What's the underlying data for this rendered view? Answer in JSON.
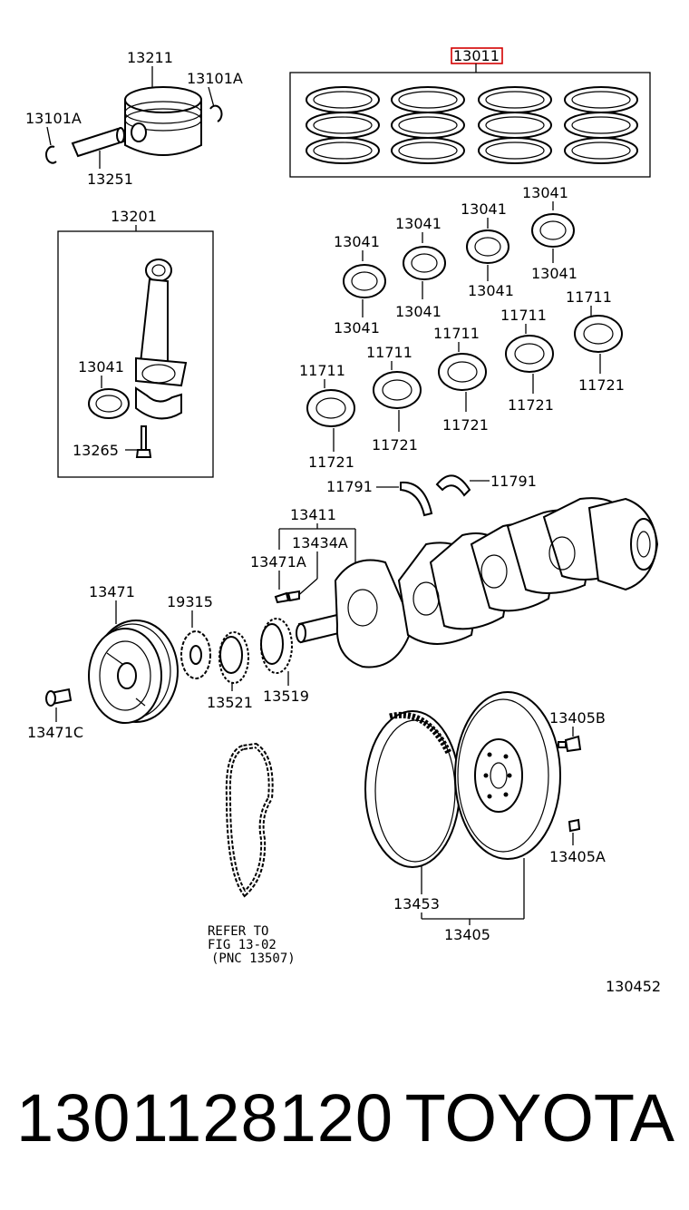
{
  "callouts": {
    "p13011": "13011",
    "p13211": "13211",
    "p13101A_r": "13101A",
    "p13101A_l": "13101A",
    "p13251": "13251",
    "p13201": "13201",
    "p13041_rod": "13041",
    "p13265": "13265",
    "b1_top": "13041",
    "b1_bot": "13041",
    "b2_top": "13041",
    "b2_bot": "13041",
    "b3_top": "13041",
    "b3_bot": "13041",
    "b4_top": "13041",
    "b4_bot": "13041",
    "m1_top": "11711",
    "m1_bot": "11721",
    "m2_top": "11711",
    "m2_bot": "11721",
    "m3_top": "11711",
    "m3_bot": "11721",
    "m4_top": "11711",
    "m4_bot": "11721",
    "m5_top": "11711",
    "m5_bot": "11721",
    "t1": "11791",
    "t2": "11791",
    "p13411": "13411",
    "p13434A": "13434A",
    "p13471A": "13471A",
    "p13471": "13471",
    "p19315": "19315",
    "p13471C": "13471C",
    "p13521": "13521",
    "p13519": "13519",
    "p13405B": "13405B",
    "p13405A": "13405A",
    "p13453": "13453",
    "p13405": "13405",
    "fig_id": "130452"
  },
  "refer_note": {
    "line1": "REFER TO",
    "line2": "FIG 13-02",
    "line3": "(PNC 13507)"
  },
  "highlight_color": "#d40000",
  "footer": {
    "part_number": "1301128120",
    "brand": "TOYOTA"
  }
}
